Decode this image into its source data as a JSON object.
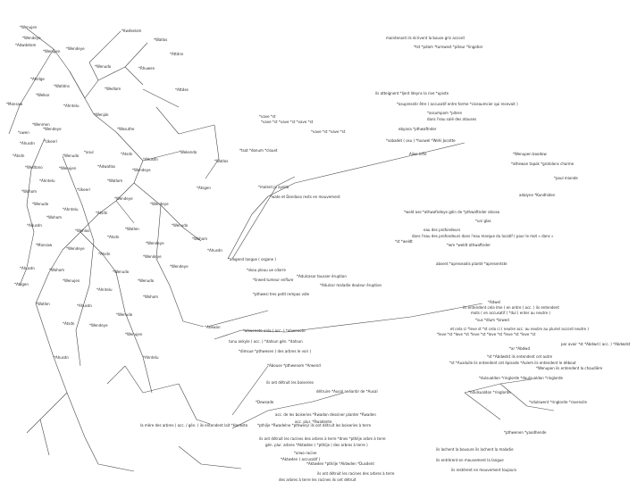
{
  "diagram": {
    "tree_labels": [
      "*Wenujen",
      "*Kwékelom",
      "*Wendeye",
      "*Adwdetom",
      "*Watlos",
      "*Wenujen",
      "*Wendeye",
      "*Attdnn",
      "*Wenudo",
      "*Rhuwen",
      "*Atsdge",
      "*Watldns",
      "*Wedlom",
      "*Attdes",
      "*Welkor",
      "*Mansaw",
      "*Ahntelu",
      "*Wenjok",
      "*Wenmen",
      "*uwen",
      "*Wendeye",
      "*Wosuthe",
      "*Ahusdn",
      "*Ukeerl",
      "*Atsdn",
      "*Wenudo",
      "*anul",
      "*Atsdn",
      "*Ahusdn",
      "*Wekendo",
      "*Watlos",
      "*Wedtono",
      "*Wenujen",
      "*Adwatlos",
      "*Wendeye",
      "*Watlom",
      "*Ahntelu",
      "*Wohom",
      "*Ukeerl",
      "*Atsgen",
      "*Wendeye",
      "*Wenudo",
      "*Wendeye",
      "*Ahntelu",
      "*Atsdn",
      "*Wohom",
      "*Wenudo",
      "*Adusdn",
      "*Watlen",
      "*Wehlos",
      "*Atsdn",
      "*Wendeye",
      "*Wohom",
      "*Mansaw",
      "*Ahusdn",
      "*Wendeye",
      "*Atsdn",
      "*Wendeye",
      "*Ahusdn",
      "*Wohom",
      "*Wenudo",
      "*Wendeye",
      "*Atsgen",
      "*Wenujen",
      "*Wenudo",
      "*Ahntelu",
      "*Watlen",
      "*Ahusdn",
      "*Wohom",
      "*Wenudo",
      "*Atsdn",
      "*Wendeye",
      "*Wenujen",
      "*Ahusdn",
      "*Ahntelu"
    ],
    "notes": [
      "maintenant ils écrivent la bouse gris accord",
      "*tst   *pdam   *tumwest   *piteur   *lingotier",
      "ils atteignent    *ljent   ldeyns      la rive                    *upiste",
      "*asupresstir             être   ( accusatif entre forme   *ciseaumcier qui recevait )",
      "*assumpom   *pitere",
      "dans l'eau salé des atouses",
      "ebyana   *pthwaftnder",
      "*vave   *st",
      "*vave  *st  *vave  *st  *vave  *st",
      "*vave  *st  *vave  *st",
      "*tsat  *donum  *clouet",
      "*sobadet   ( osu )      *huswel                      *Wehi        Jocotte",
      "Ailes          ínfle",
      "*Wenupen      boodow",
      "*athewan   tapok     *grotolons      charme",
      "*poul    mionde",
      "*malent         jo ayeila",
      "*wate et  Dondaso rests en mouvement",
      "adalyne  *Kundhiden",
      "*weld          ase      *athwafndeye   géin de  *pthwaftnder atsoso",
      "*uni  glas",
      "eau des profondeurs",
      "dans l'eau des profondeurs   dans l'eau   marque du locatif  ( pour le mot « dans »",
      "*st      *weldt",
      "*wm  *weldt  athwaftnder",
      "*alegend  langue  ( organe )",
      "absent   *apreseadis                    planté    *apresentste",
      "*skou      plouu ue   cdarre",
      "*lirwed      tumeur   enflure",
      "*Adulcasor       tousser éruption",
      "*Adulcor          maladie douleur   éruption",
      "*pthwesi   tres     petit     rempas vide",
      "*Adwel",
      "ils entendent cela  lme     ( en ordre  ( acc. ) ils entendent",
      "mots ( en accusatif )   *dul    ( enter au neutre )",
      "*sus   *dlum   *brwed",
      "et cela ci  *leve  st  *st  cela ci  ( neutre  acc. au neutre au pluriel accord neutre )",
      "*leve   *st  *leve  *st  *leve  *st  *leve  *st  *leve  *st  *leve  *st",
      "par avoir  *st  *Abdwd  ( acc. )  *Abdwdst",
      "*ar  *Abdwd",
      "*st  *Abdwdst  ils entendent cet autre",
      "*st  *Ausdulle  ils entendent cet épisode   *Aulem  ils entendent le débout",
      "*Wenupen  ils entendent la chaudière",
      "*Asewan",
      "*ahwenoto enle  ( acc. )  *ahwenoto",
      "tunu  ankyle  ( acc. )  *datsun  gén.  *datsun",
      "*dimsue  *pthwesen  ( des arbres le voir )",
      "*Abouse  *pthwenom  *Arwend",
      "ils ont détruit les boiseries",
      "détruire    *Ausal   anéantir de   *Ausal",
      "*Dewsade",
      "acc. de les boiseries   *Rwadon        dessiner planter  *Rwaden",
      "acc. plur.   *Rwadente",
      "*pthilje  *Rwadelne  *pthwenjr    ils ont détruit les boiseries à terre",
      "la mère des arbres  ( acc. / gén. )     ils entendent lait  *Haneste",
      "ils ont détruit les racines des arbres à terre       *dnes   *pthilje   arbre   à terre",
      "gén. plur. arbres   *Aktwden  ( *pthilje  ( des arbres  à terre )",
      "*arwo            racine",
      "*Aktwden  ( accusatif )",
      "*Aktwden  *pthilje  *Aktwden  *Dusdent",
      "ils ont détruit les racines des arbres à terre",
      "des arbres à terre les racines ils ont détruit",
      "*dulsualdon  *ringlorde          *daulsualdon  *ringlorde",
      "*ndulsualdon  *ringlorde",
      "*sdulswent  *ringlorde    *ravensile",
      "*pthwenen  *yaodhende",
      "ils lochent la bousure                ils lochent la maladie",
      "ils entrèrent en mouvement la langue",
      "ils restèrent en mouvement toujours"
    ]
  }
}
